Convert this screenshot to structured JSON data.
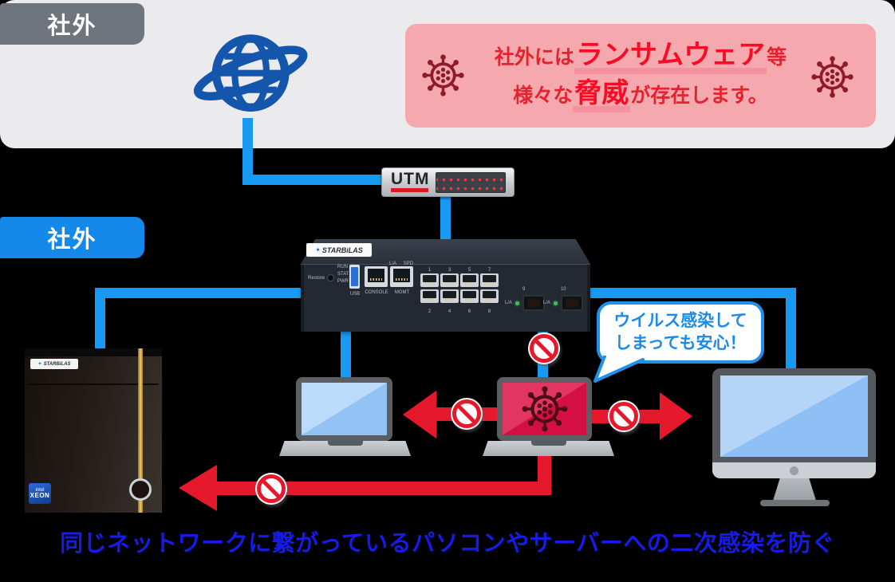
{
  "page": {
    "outside_label": "社外",
    "inside_label": "社外",
    "bottom_caption": "同じネットワークに繋がっているパソコンやサーバーへの二次感染を防ぐ"
  },
  "warning_box": {
    "line1_prefix": "社外には",
    "line1_emphasis": "ランサムウェア",
    "line1_suffix": "等",
    "line2_prefix": "様々な",
    "line2_emphasis": "脅威",
    "line2_suffix": "が存在します。"
  },
  "utm": {
    "label": "UTM"
  },
  "switch": {
    "brand": "STARBiLAS",
    "restore_label": "Restore",
    "led_labels": [
      "RUN",
      "STAT",
      "PWR"
    ],
    "usb_label": "USB",
    "console_label": "CONSOLE",
    "mgmt_label": "MGMT",
    "mgmt_leds": [
      "L/A",
      "SPD"
    ],
    "port_numbers_top": [
      "1",
      "3",
      "5",
      "7"
    ],
    "port_numbers_bottom": [
      "2",
      "4",
      "6",
      "8"
    ],
    "sfp": [
      {
        "la": "L/A",
        "num": "9"
      },
      {
        "la": "L/A",
        "num": "10"
      }
    ]
  },
  "server": {
    "brand": "STARBiLAS",
    "cpu_badge_line1": "intel",
    "cpu_badge_line2": "XEON"
  },
  "bubble": {
    "line1": "ウイルス感染して",
    "line2": "しまっても安心！"
  },
  "colors": {
    "section_outside_bg": "#ebebed",
    "outside_label_bg": "#6e757d",
    "section_inside_bg": "#d9e8f8",
    "inside_label_bg": "#1489ea",
    "cable_blue": "#189af3",
    "arrow_red": "#e6182c",
    "warning_box_bg": "#f5a9af",
    "warning_text_red": "#e2242e",
    "warning_emphasis_red": "#fa0a23",
    "warning_underline_pink": "#f4939f",
    "virus_dark_red": "#8e1b27",
    "infected_screen_red": "#d6174a",
    "bubble_blue": "#2090ea",
    "caption_blue": "#161be8",
    "globe_blue": "#1356ab"
  }
}
